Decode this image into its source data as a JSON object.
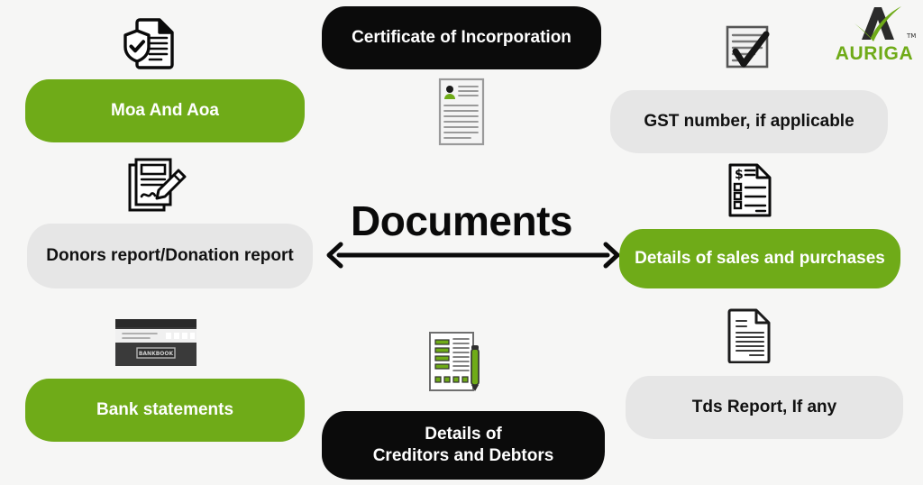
{
  "meta": {
    "background_color": "#f6f6f5",
    "accent_green": "#6fab18",
    "dark": "#0b0b0b",
    "grey": "#e6e6e6"
  },
  "center": {
    "title": "Documents",
    "arrow": "double-headed-horizontal-arrow"
  },
  "logo": {
    "wordmark": "AURIGA",
    "trademark": "TM",
    "mark_icon": "auriga-a-checkmark-logo",
    "color": "#6fab18"
  },
  "items": [
    {
      "id": "moa-and-aoa",
      "label": "Moa And Aoa",
      "style": "green",
      "icon": "document-shield-check-icon"
    },
    {
      "id": "certificate-of-incorporation",
      "label": "Certificate of Incorporation",
      "style": "dark",
      "icon": "document-person-profile-icon"
    },
    {
      "id": "gst-number",
      "label": "GST number, if applicable",
      "style": "grey",
      "icon": "checklist-checkmark-icon"
    },
    {
      "id": "donors-report",
      "label": "Donors report/Donation report",
      "style": "grey",
      "icon": "signed-document-pen-icon"
    },
    {
      "id": "details-of-sales-and-purchases",
      "label": "Details of sales and purchases",
      "style": "green",
      "icon": "invoice-dollar-icon"
    },
    {
      "id": "bank-statements",
      "label": "Bank statements",
      "style": "green",
      "icon": "bankbook-icon",
      "icon_text": "BANKBOOK"
    },
    {
      "id": "details-of-creditors-and-debtors",
      "label_line1": "Details of",
      "label_line2": "Creditors and Debtors",
      "style": "dark",
      "icon": "checklist-form-pen-icon"
    },
    {
      "id": "tds-report",
      "label": "Tds Report, If any",
      "style": "grey",
      "icon": "document-lines-icon"
    }
  ]
}
